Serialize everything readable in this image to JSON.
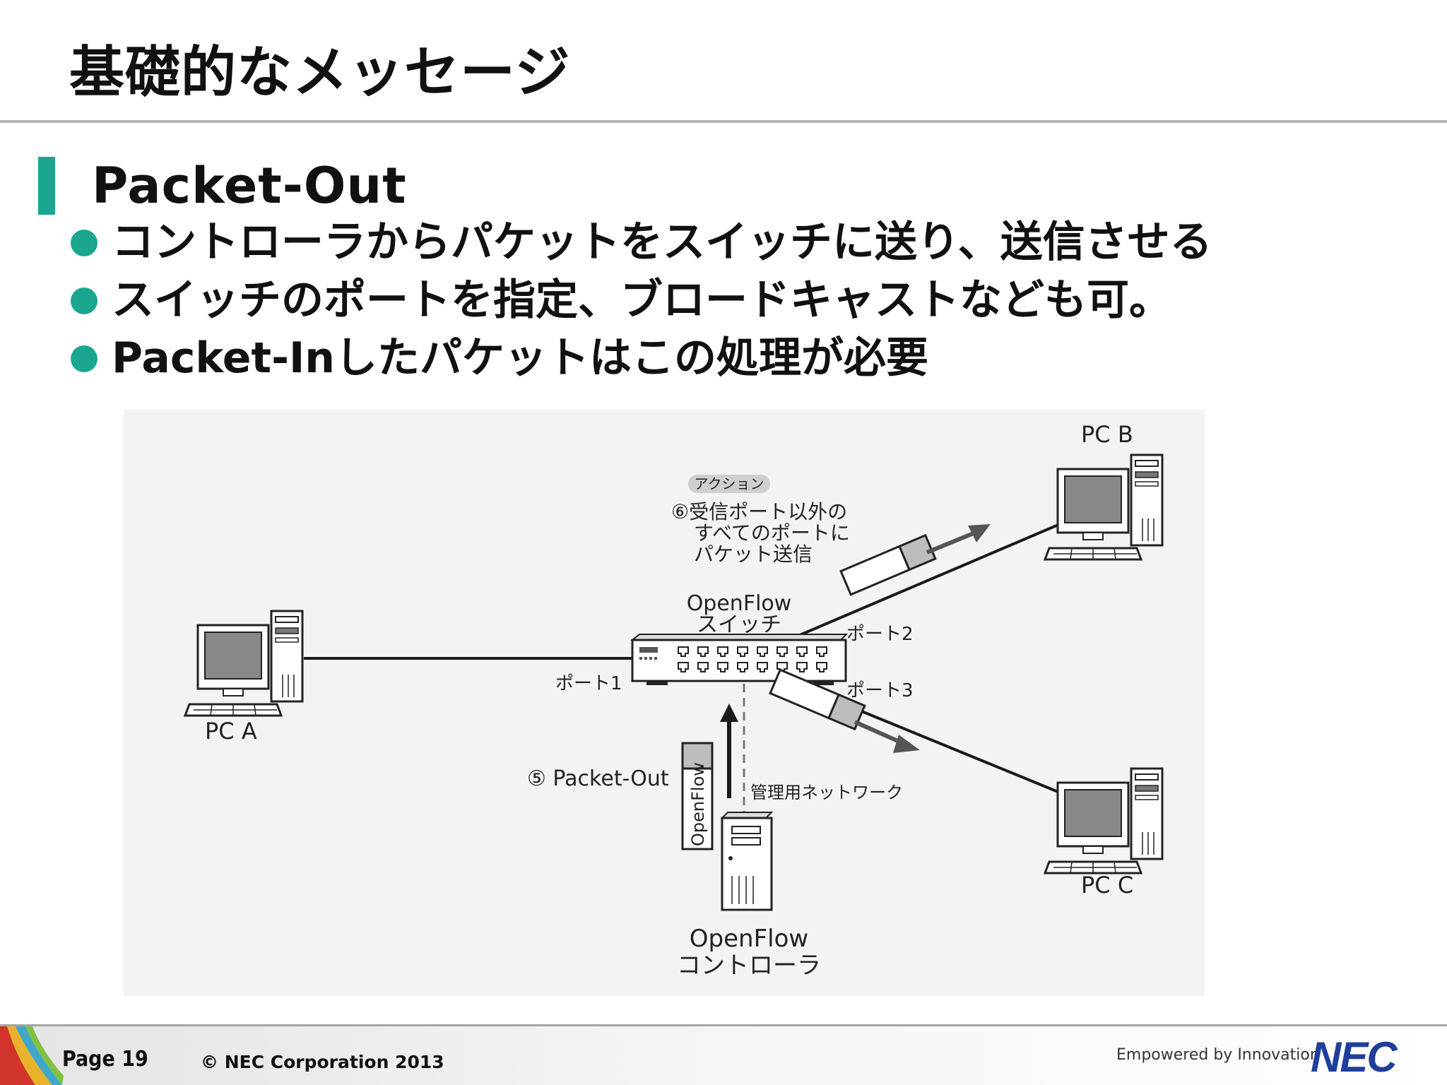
{
  "slide": {
    "title": "基礎的なメッセージ",
    "section_heading": "Packet-Out",
    "bullets": [
      "コントローラからパケットをスイッチに送り、送信させる",
      "スイッチのポートを指定、ブロードキャストなども可。",
      "Packet-Inしたパケットはこの処理が必要"
    ]
  },
  "diagram": {
    "pc_a_label": "PC A",
    "pc_b_label": "PC B",
    "pc_c_label": "PC C",
    "switch_label_line1": "OpenFlow",
    "switch_label_line2": "スイッチ",
    "port1_label": "ポート1",
    "port2_label": "ポート2",
    "port3_label": "ポート3",
    "action_badge": "アクション",
    "action_line1": "⑥受信ポート以外の",
    "action_line2": "すべてのポートに",
    "action_line3": "パケット送信",
    "packet_out_label": "⑤ Packet-Out",
    "openflow_message_label": "OpenFlow",
    "management_network_label": "管理用ネットワーク",
    "controller_label_line1": "OpenFlow",
    "controller_label_line2": "コントローラ"
  },
  "footer": {
    "page": "Page 19",
    "copyright": "© NEC Corporation 2013",
    "tagline": "Empowered by Innovation",
    "logo": "NEC"
  },
  "colors": {
    "accent": "#1aa68f",
    "logo": "#1f3f9a",
    "line": "#1a1a1a",
    "packet_gray": "#bdbdbd"
  }
}
